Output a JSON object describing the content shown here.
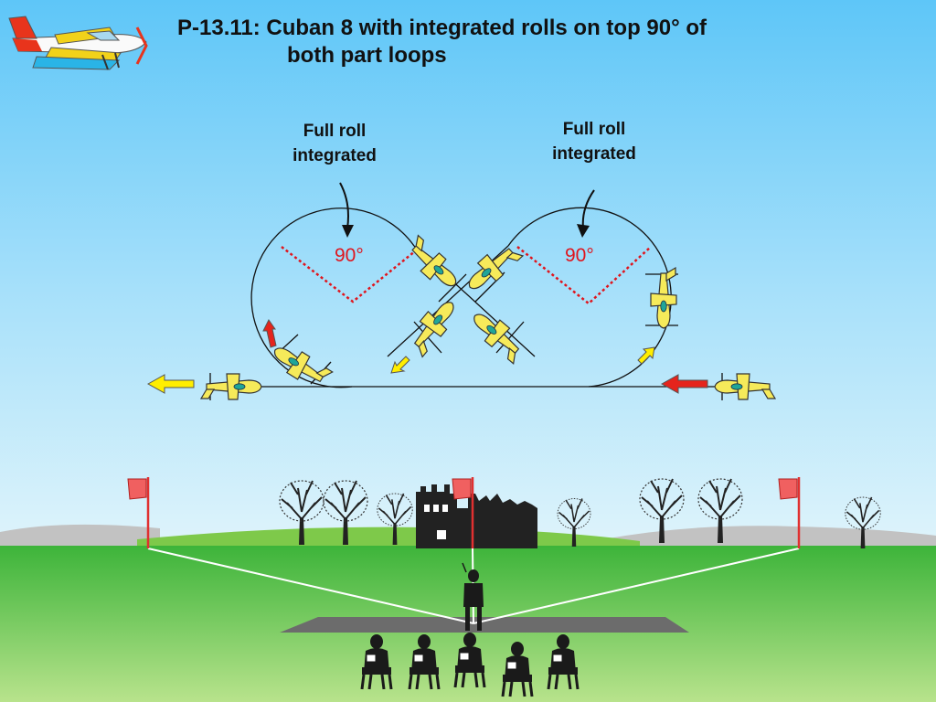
{
  "title": {
    "line1": "P-13.11: Cuban 8 with integrated rolls on top 90° of",
    "line2": "both part loops"
  },
  "labels": {
    "left": {
      "line1": "Full roll",
      "line2": "integrated"
    },
    "right": {
      "line1": "Full roll",
      "line2": "integrated"
    }
  },
  "angles": {
    "left": "90°",
    "right": "90°"
  },
  "colors": {
    "sky_top": "#5ec6f8",
    "sky_bottom": "#d7f1fb",
    "grass": "#4fbf3f",
    "angle_red": "#e0141c",
    "arrow_yellow": "#ffee00",
    "arrow_red": "#e5241c",
    "plane_yellow": "#f6ea5a"
  },
  "icons": [
    "airplane-logo-icon",
    "tree-icon",
    "castle-icon",
    "flag-icon",
    "pilot-icon",
    "judge-icon"
  ]
}
